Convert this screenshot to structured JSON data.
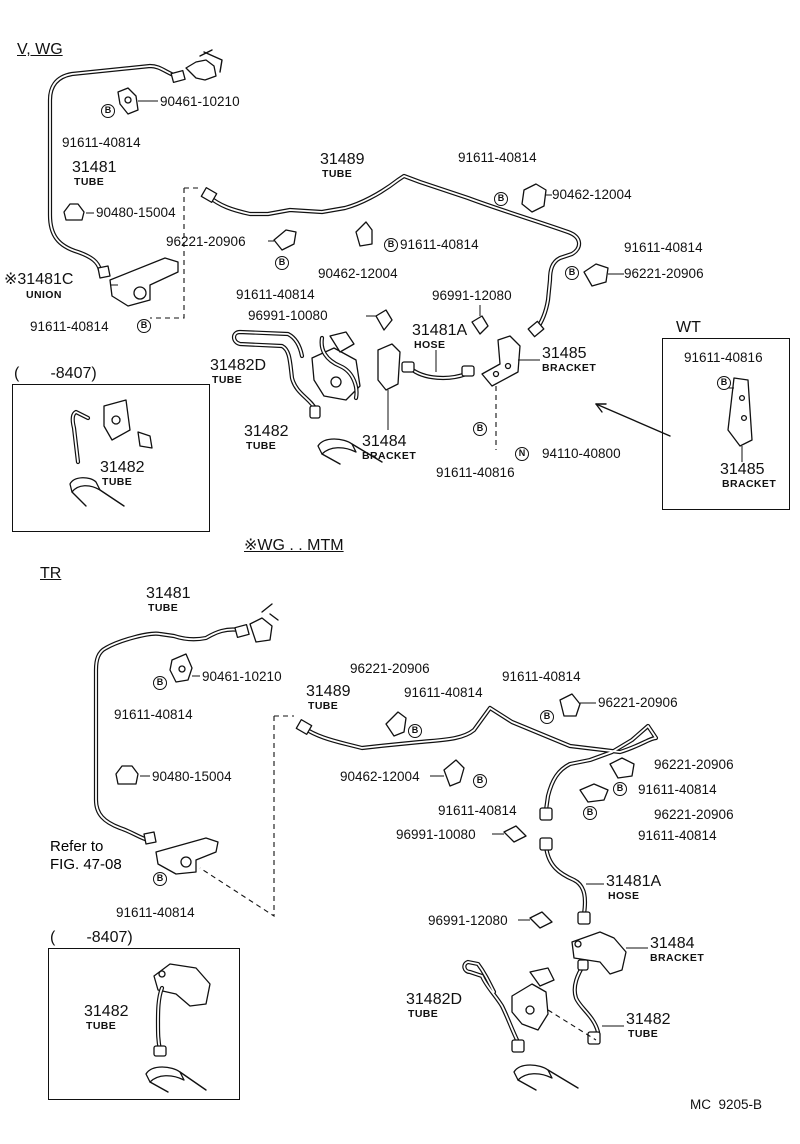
{
  "sections": {
    "top_title": "V, WG",
    "bottom_title": "TR",
    "middle_note": "※WG . . MTM",
    "wt_title": "WT",
    "top_inset_title": "(       -8407)",
    "bottom_inset_title": "(       -8407)"
  },
  "bolt_symbol": "B",
  "nut_symbol": "N",
  "labels": {
    "t_90461": "90461-10210",
    "t_91611_a": "91611-40814",
    "t_31481": "31481",
    "t_31481_sub": "TUBE",
    "t_90480": "90480-15004",
    "t_31481c": "※31481C",
    "t_31481c_sub": "UNION",
    "t_91611_b": "91611-40814",
    "t_31489": "31489",
    "t_31489_sub": "TUBE",
    "t_96221_a": "96221-20906",
    "t_91611_c": "91611-40814",
    "t_90462_a": "90462-12004",
    "t_91611_d": "91611-40814",
    "t_91611_e": "91611-40814",
    "t_90462_b": "90462-12004",
    "t_91611_f": "91611-40814",
    "t_96221_b": "96221-20906",
    "t_96991_a": "96991-12080",
    "t_96991_b": "96991-10080",
    "t_31481a": "31481A",
    "t_31481a_sub": "HOSE",
    "t_31485": "31485",
    "t_31485_sub": "BRACKET",
    "t_31482d": "31482D",
    "t_31482d_sub": "TUBE",
    "t_31482": "31482",
    "t_31482_sub": "TUBE",
    "t_31484": "31484",
    "t_31484_sub": "BRACKET",
    "t_91611_g": "91611-40816",
    "t_94110": "94110-40800",
    "t_wt_91611": "91611-40816",
    "t_wt_31485": "31485",
    "t_wt_31485_sub": "BRACKET",
    "t_inset1_31482": "31482",
    "t_inset1_31482_sub": "TUBE",
    "b_31481": "31481",
    "b_31481_sub": "TUBE",
    "b_90461": "90461-10210",
    "b_91611_a": "91611-40814",
    "b_90480": "90480-15004",
    "b_refer": "Refer to",
    "b_fig": "FIG. 47-08",
    "b_91611_b": "91611-40814",
    "b_96221_a": "96221-20906",
    "b_91611_c": "91611-40814",
    "b_31489": "31489",
    "b_31489_sub": "TUBE",
    "b_91611_d": "91611-40814",
    "b_96221_b": "96221-20906",
    "b_96221_c": "96221-20906",
    "b_91611_e": "91611-40814",
    "b_96221_d": "96221-20906",
    "b_91611_f": "91611-40814",
    "b_90462": "90462-12004",
    "b_91611_g": "91611-40814",
    "b_96991_a": "96991-10080",
    "b_31481a": "31481A",
    "b_31481a_sub": "HOSE",
    "b_96991_b": "96991-12080",
    "b_31484": "31484",
    "b_31484_sub": "BRACKET",
    "b_31482d": "31482D",
    "b_31482d_sub": "TUBE",
    "b_31482": "31482",
    "b_31482_sub": "TUBE",
    "b_inset2_31482": "31482",
    "b_inset2_31482_sub": "TUBE",
    "catalog_code": "MC  9205-B"
  }
}
